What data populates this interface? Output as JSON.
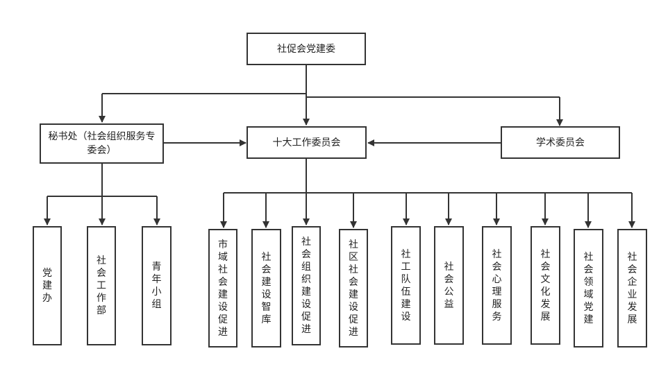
{
  "org_chart": {
    "top": "社促会党建委",
    "secretariat": "秘书处（社会组织服务专委会）",
    "committees": "十大工作委员会",
    "academic": "学术委员会",
    "secretariat_units": [
      "党建办",
      "社会工作部",
      "青年小组"
    ],
    "committee_units": [
      "市域社会建设促进",
      "社会建设智库",
      "社会组织建设促进",
      "社区社会建设促进",
      "社工队伍建设",
      "社会公益",
      "社会心理服务",
      "社会文化发展",
      "社会领域党建",
      "社会企业发展"
    ]
  },
  "colors": {
    "line": "#333333",
    "border": "#333333",
    "text": "#222222",
    "background": "#ffffff"
  }
}
